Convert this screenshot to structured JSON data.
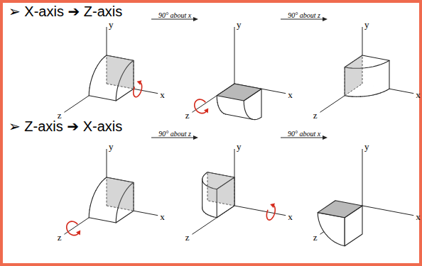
{
  "diagram": {
    "labels": [
      "➢ X-axis ➔ Z-axis",
      "y",
      "z",
      "x",
      "90° about x",
      "y",
      "z",
      "x",
      "90° about z",
      "y",
      "z",
      "x",
      "➢ Z-axis ➔ X-axis",
      "y",
      "z",
      "x",
      "90° about z",
      "y",
      "z",
      "x",
      "90° about x",
      "y",
      "z",
      "x"
    ]
  }
}
